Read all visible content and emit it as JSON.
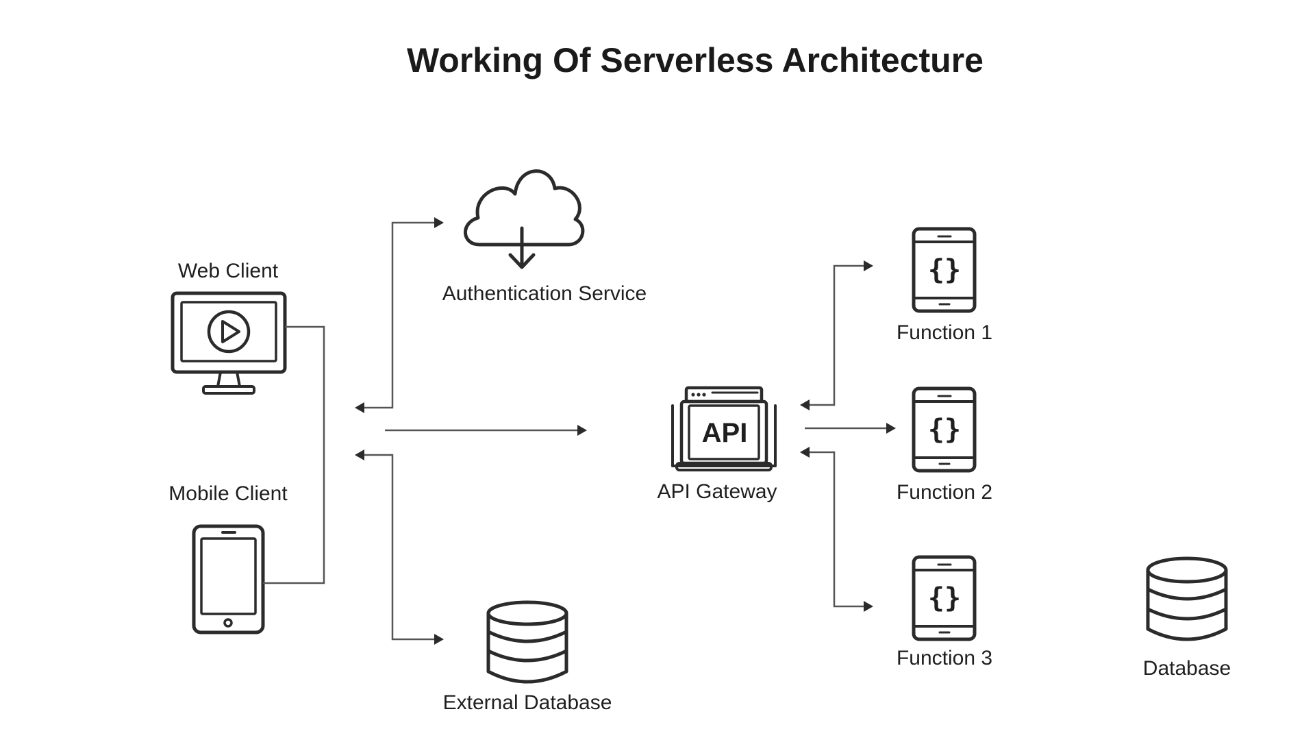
{
  "title": "Working Of Serverless Architecture",
  "nodes": {
    "web_client": "Web Client",
    "mobile_client": "Mobile Client",
    "auth_service": "Authentication Service",
    "external_database": "External Database",
    "api_gateway": "API Gateway",
    "function_1": "Function 1",
    "function_2": "Function 2",
    "function_3": "Function 3",
    "database": "Database"
  },
  "icon_text": {
    "api": "API",
    "braces": "{}"
  },
  "icons": {
    "web_client": "monitor-play-icon",
    "mobile_client": "smartphone-icon",
    "auth_service": "cloud-download-icon",
    "external_database": "database-icon",
    "api_gateway": "laptop-api-icon",
    "functions": "phone-code-icon",
    "database": "database-icon"
  },
  "colors": {
    "stroke": "#2b2b2b",
    "connector": "#555555",
    "text": "#1f1f1f"
  }
}
